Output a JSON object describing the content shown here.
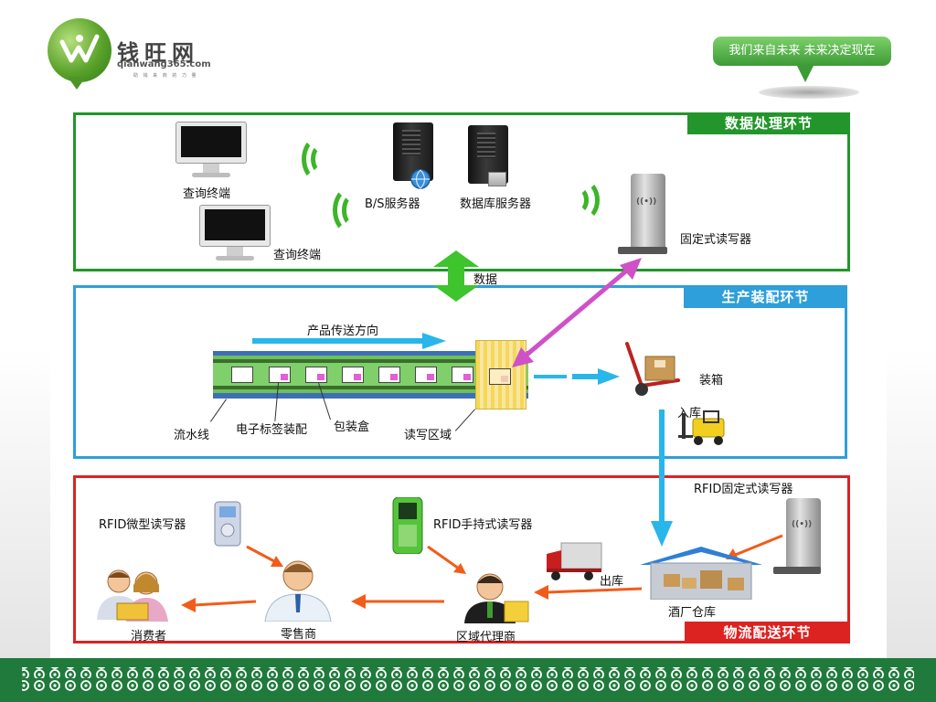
{
  "header": {
    "brand_name": "钱旺网",
    "brand_url": "qianwang365.com",
    "brand_sub": "助 钱 来 商 的 力 量",
    "slogan": "我们来自未来 未来决定现在"
  },
  "sections": {
    "data_processing": "数据处理环节",
    "production": "生产装配环节",
    "logistics": "物流配送环节"
  },
  "labels": {
    "query_terminal_1": "查询终端",
    "query_terminal_2": "查询终端",
    "bs_server": "B/S服务器",
    "db_server": "数据库服务器",
    "fixed_reader": "固定式读写器",
    "data": "数据",
    "product_direction": "产品传送方向",
    "assembly_line": "流水线",
    "tag_assembly": "电子标签装配",
    "package_box": "包装盒",
    "read_write_zone": "读写区域",
    "boxing": "装箱",
    "warehousing": "入库",
    "rfid_fixed_reader": "RFID固定式读写器",
    "rfid_micro_reader": "RFID微型读写器",
    "rfid_handheld_reader": "RFID手持式读写器",
    "outbound": "出库",
    "winery_warehouse": "酒厂仓库",
    "regional_agent": "区域代理商",
    "retailer": "零售商",
    "consumer": "消费者"
  },
  "colors": {
    "data_section": "#22962a",
    "production_section": "#2e9fda",
    "logistics_section": "#dd2222",
    "flow_arrow_cyan": "#29b6ea",
    "data_arrow_magenta": "#d050c8",
    "logistics_arrow_orange": "#f25c1a",
    "footer": "#1f7a3c"
  }
}
